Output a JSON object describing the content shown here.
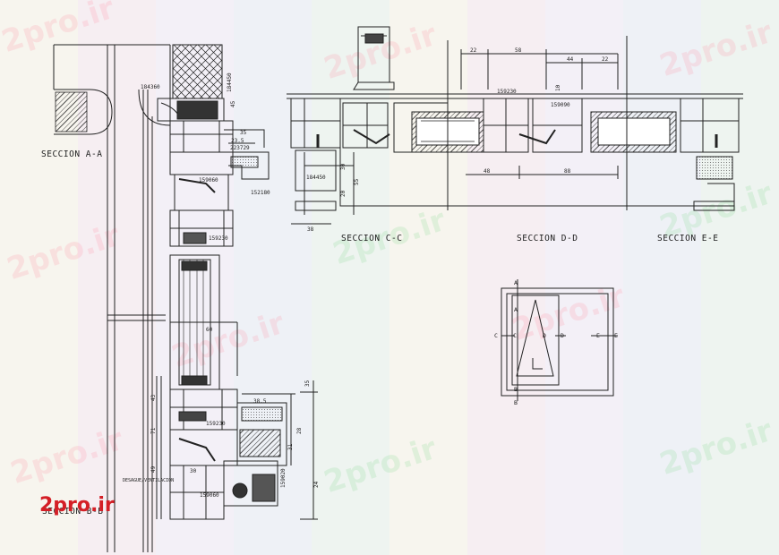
{
  "watermark_text": "2pro.ir",
  "logo": {
    "text": "2pro.ir"
  },
  "sections": {
    "a": "SECCION A-A",
    "b": "SECCION B-B",
    "c": "SECCION C-C",
    "d": "SECCION D-D",
    "e": "SECCION E-E"
  },
  "profile_codes": {
    "p1": "184360",
    "p2": "184450",
    "p3": "223729",
    "p4": "159060",
    "p5": "152180",
    "p6": "159230",
    "p7": "159230",
    "p8": "159020",
    "p9": "159060",
    "p10": "184450",
    "p11": "159230",
    "p12": "159090"
  },
  "dimensions": {
    "d45": "45",
    "d35": "35",
    "d23_5": "23.5",
    "d43": "43",
    "d60": "60",
    "d38_5": "38.5",
    "d49": "49",
    "d71": "71",
    "d31": "31",
    "d30": "30",
    "d28": "28",
    "d24": "24",
    "d38": "38",
    "d30b": "30",
    "d20": "20",
    "d55": "55",
    "d22": "22",
    "d58": "58",
    "d44": "44",
    "d22b": "22",
    "d48": "48",
    "d88": "88",
    "d10": "10"
  },
  "notes": {
    "desague": "DESAGUE/VENTILACION"
  },
  "key_plan": {
    "a": "A",
    "b": "B",
    "c": "C",
    "d": "D",
    "e": "E"
  },
  "colors": {
    "line": "#222222",
    "watermark_pink": "#ff96aa",
    "watermark_green": "#8cdc96",
    "logo": "#d41f26"
  }
}
